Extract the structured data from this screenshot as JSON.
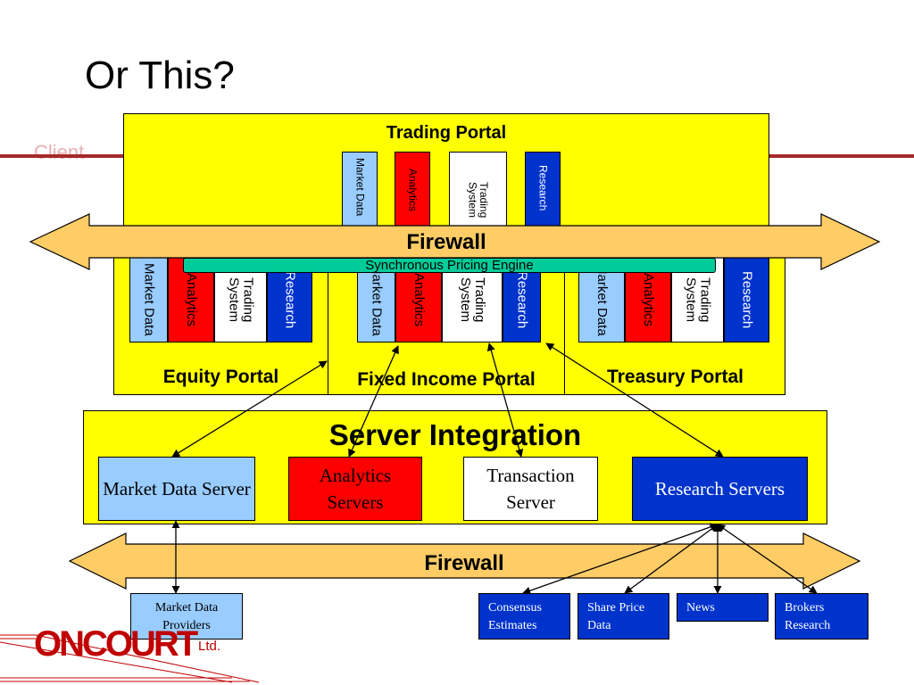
{
  "title": "Or This?",
  "background_ghost_text": "Client",
  "trading_portal": {
    "title": "Trading Portal",
    "tiles": [
      "Market Data",
      "Analytics",
      "Trading System",
      "Research"
    ]
  },
  "firewall_top": {
    "label": "Firewall"
  },
  "sync_engine": {
    "label": "Synchronous Pricing Engine"
  },
  "portals": [
    {
      "label": "Equity Portal",
      "tiles": [
        "Market Data",
        "Analytics",
        "Trading System",
        "Research"
      ]
    },
    {
      "label": "Fixed Income Portal",
      "tiles": [
        "Market Data",
        "Analytics",
        "Trading System",
        "Research"
      ]
    },
    {
      "label": "Treasury Portal",
      "tiles": [
        "Market Data",
        "Analytics",
        "Trading System",
        "Research"
      ]
    }
  ],
  "server_integration": {
    "title": "Server Integration",
    "servers": [
      "Market Data Server",
      "Analytics Servers",
      "Transaction Server",
      "Research Servers"
    ]
  },
  "firewall_bottom": {
    "label": "Firewall"
  },
  "external_sources": {
    "market_data_providers": "Market Data Providers",
    "consensus_estimates": "Consensus Estimates",
    "share_price_data": "Share Price Data",
    "news": "News",
    "brokers_research": "Brokers Research"
  },
  "logo": {
    "name": "ONCOURT",
    "suffix": "Ltd."
  },
  "colors": {
    "portal_yellow": "#ffff00",
    "firewall_orange": "#ffcc66",
    "market_data_blue": "#99ccff",
    "analytics_red": "#ff0000",
    "research_blue": "#0033cc",
    "sync_green": "#00cc99",
    "logo_red": "#c00000"
  }
}
